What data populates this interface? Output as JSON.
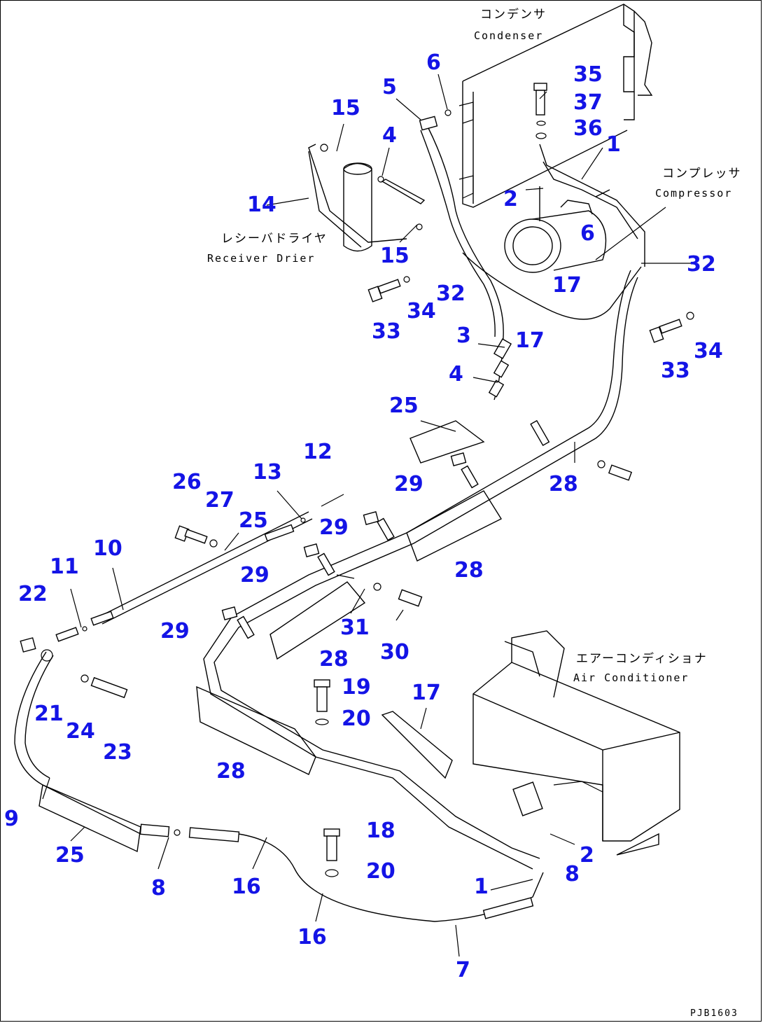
{
  "component_labels": {
    "condenser_jp": "コンデンサ",
    "condenser_en": "Condenser",
    "compressor_jp": "コンプレッサ",
    "compressor_en": "Compressor",
    "receiver_drier_jp": "レシーバドライヤ",
    "receiver_drier_en": "Receiver Drier",
    "air_conditioner_jp": "エアーコンディショナ",
    "air_conditioner_en": "Air Conditioner"
  },
  "drawing_code": "PJB1603",
  "callouts": [
    "35",
    "37",
    "36",
    "1",
    "6",
    "5",
    "15",
    "4",
    "14",
    "2",
    "6",
    "15",
    "32",
    "17",
    "32",
    "34",
    "33",
    "17",
    "3",
    "34",
    "33",
    "4",
    "25",
    "12",
    "29",
    "28",
    "26",
    "27",
    "13",
    "25",
    "29",
    "10",
    "11",
    "29",
    "28",
    "22",
    "29",
    "31",
    "30",
    "28",
    "19",
    "17",
    "20",
    "21",
    "24",
    "23",
    "28",
    "9",
    "18",
    "25",
    "8",
    "16",
    "20",
    "2",
    "8",
    "1",
    "16",
    "7"
  ]
}
